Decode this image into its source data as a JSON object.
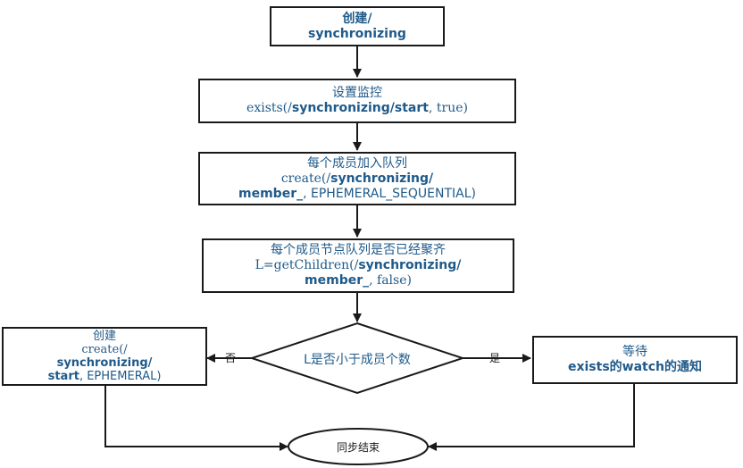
{
  "diagram": {
    "step1": {
      "line1": "创建/",
      "line2": "synchronizing"
    },
    "step2": {
      "line1": "设置监控",
      "line2_pre": "exists(/",
      "line2_bold": "synchronizing/start",
      "line2_post": ", true)"
    },
    "step3": {
      "line1": "每个成员加入队列",
      "line2_pre": "create(/",
      "line2_bold": "synchronizing/",
      "line3_bold": "member_",
      "line3_post": ", EPHEMERAL_SEQUENTIAL)"
    },
    "step4": {
      "line1": "每个成员节点队列是否已经聚齐",
      "line2_pre": "L=getChildren(/",
      "line2_bold": "synchronizing/",
      "line3_bold": "member_",
      "line3_post": ", false)"
    },
    "decision": {
      "text": "L是否小于成员个数",
      "no_label": "否",
      "yes_label": "是"
    },
    "left": {
      "line1": "创建",
      "line2": "create(/",
      "line3_bold": "synchronizing/",
      "line4_bold": "start",
      "line4_post": ", EPHEMERAL)"
    },
    "right": {
      "line1": "等待",
      "line2": "exists的watch的通知"
    },
    "end": {
      "text": "同步结束"
    }
  }
}
